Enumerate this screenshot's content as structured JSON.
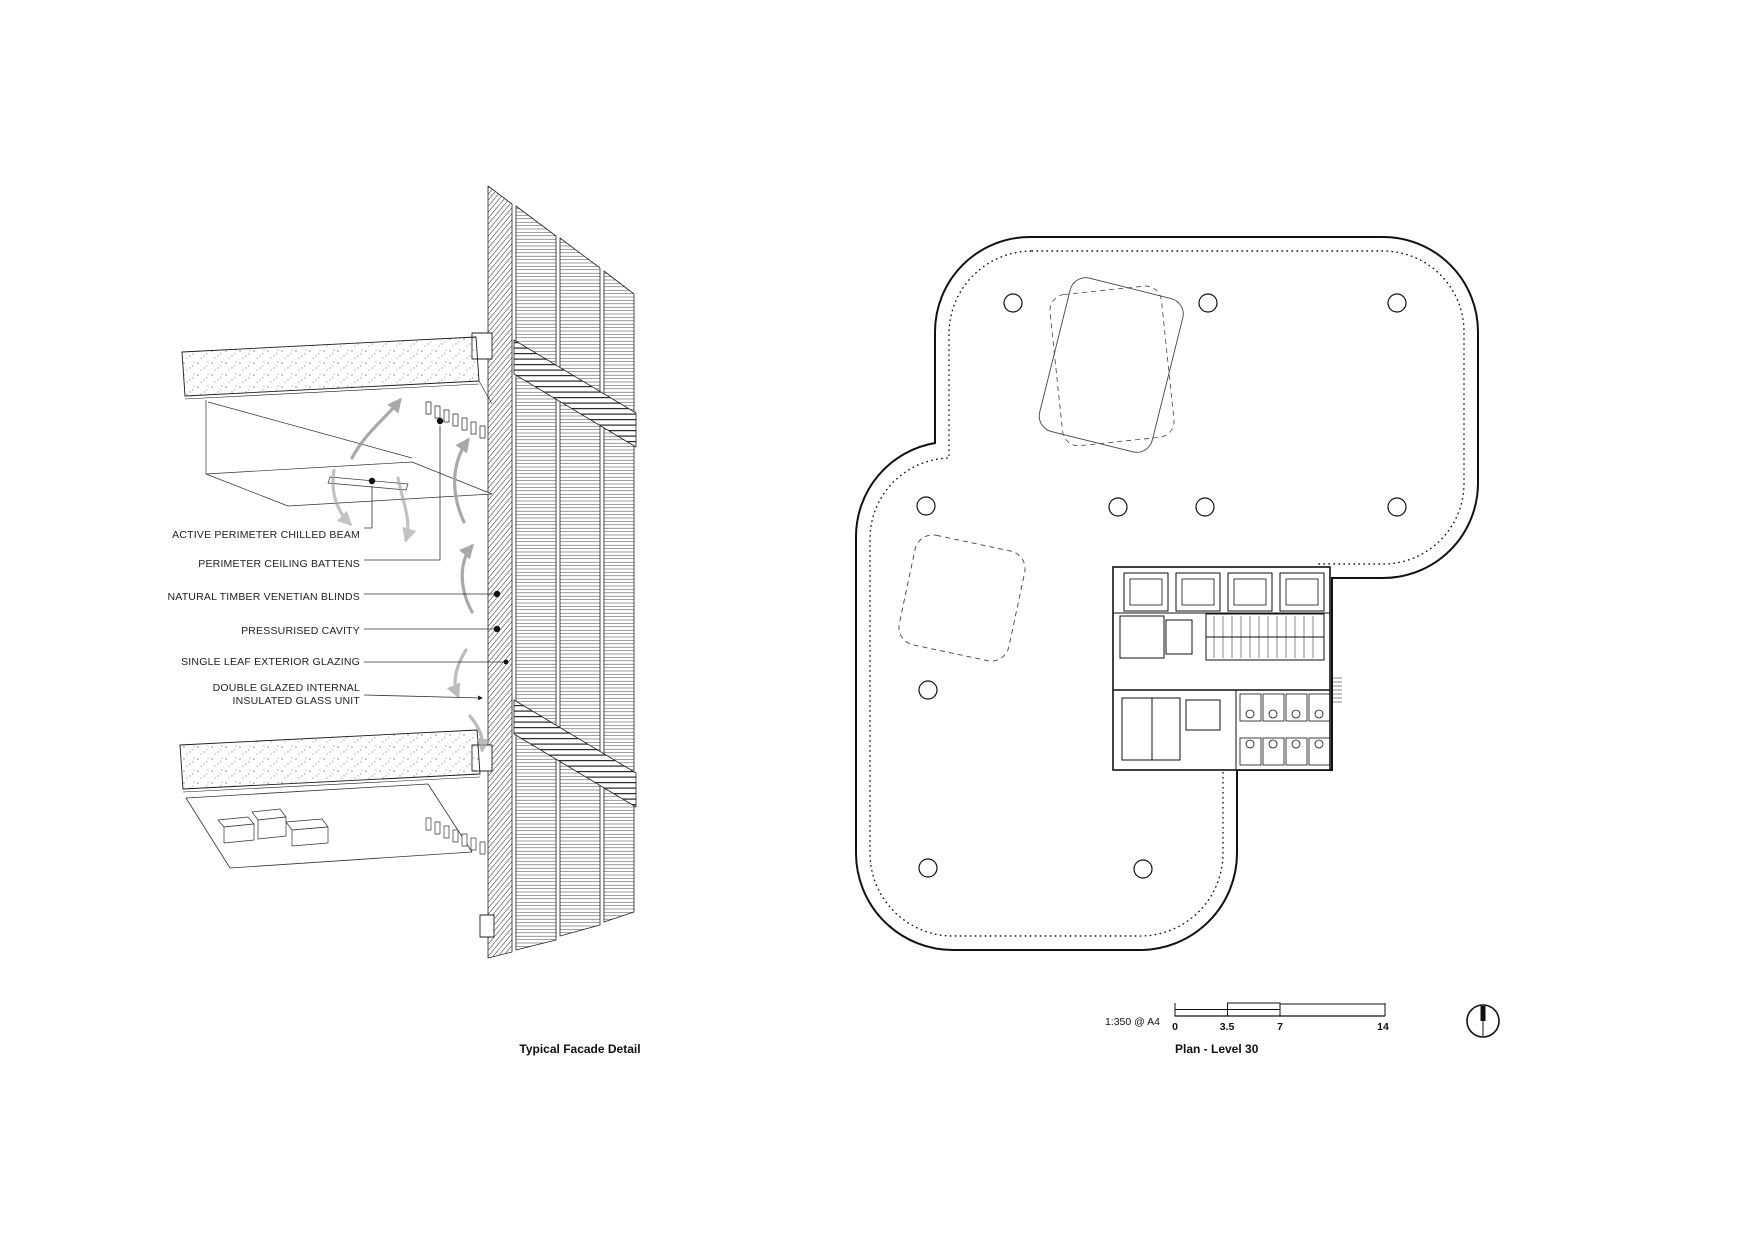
{
  "facade": {
    "title": "Typical Facade Detail",
    "labels": [
      "ACTIVE PERIMETER CHILLED BEAM",
      "PERIMETER CEILING BATTENS",
      "NATURAL TIMBER VENETIAN BLINDS",
      "PRESSURISED CAVITY",
      "SINGLE LEAF EXTERIOR GLAZING",
      "DOUBLE GLAZED INTERNAL\nINSULATED GLASS UNIT"
    ]
  },
  "plan": {
    "title": "Plan - Level 30",
    "scale_label": "1:350 @ A4",
    "scale_ticks": [
      "0",
      "3.5",
      "7",
      "14"
    ]
  },
  "colors": {
    "ink": "#1a1a1a",
    "airflow_gray": "#a0a0a0"
  }
}
